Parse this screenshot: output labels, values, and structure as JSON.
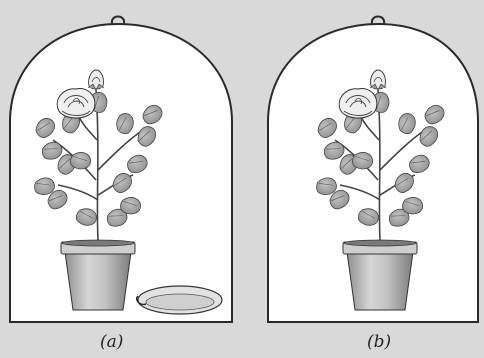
{
  "figure": {
    "panels": [
      {
        "id": "a",
        "caption": "(a)",
        "has_dish": true
      },
      {
        "id": "b",
        "caption": "(b)",
        "has_dish": false
      }
    ],
    "colors": {
      "background": "#d9d9d9",
      "jar_fill": "#ffffff",
      "jar_outline": "#2a2a2a",
      "leaf": "#a9a9a9",
      "leaf_vein": "#555555",
      "pot": "#bdbdbd",
      "pot_rim": "#cfcfcf",
      "rose": "#ececec",
      "dish": "#dcdcdc"
    }
  }
}
